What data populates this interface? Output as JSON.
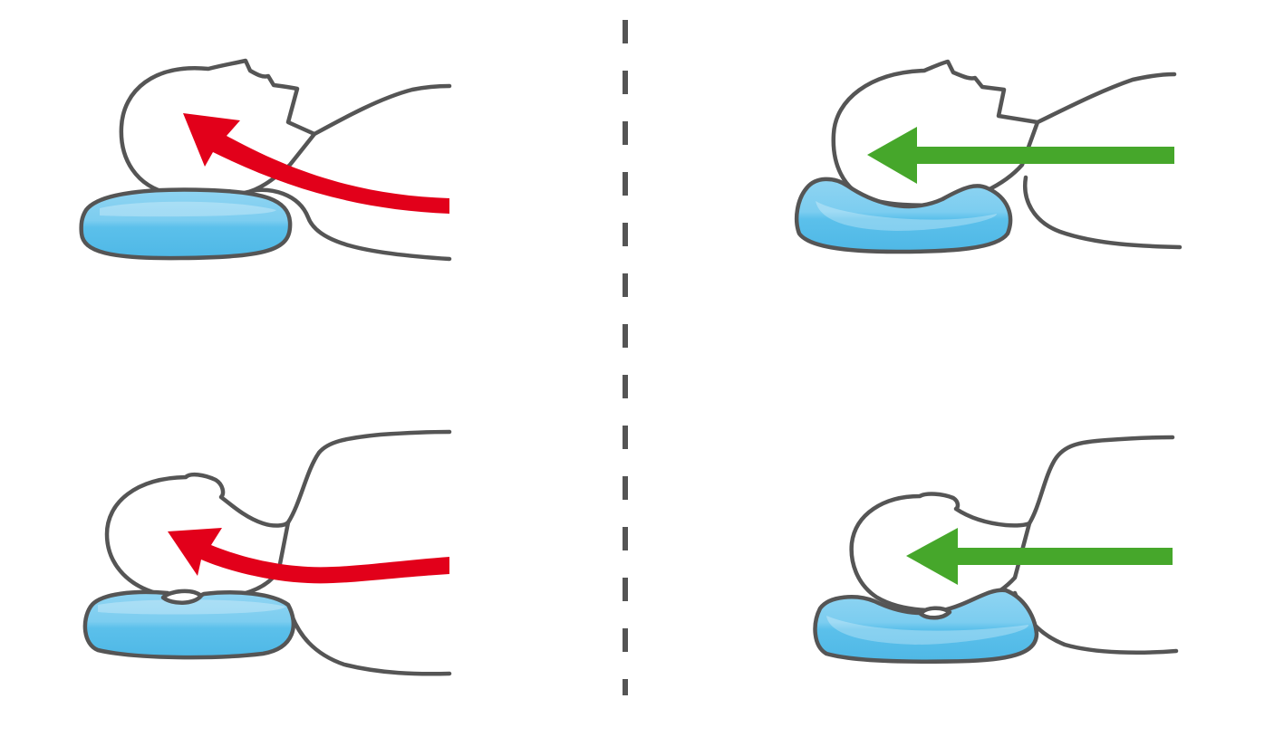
{
  "colors": {
    "outline": "#555555",
    "pillow_fill": "#5bc0eb",
    "pillow_highlight": "#8fd4f2",
    "arrow_bad": "#e2001a",
    "arrow_good": "#46a72b",
    "divider": "#555555",
    "background": "#ffffff"
  },
  "panels": [
    {
      "id": "top-left",
      "posture": "supine",
      "pillow": "flat",
      "arrow": "curved",
      "status": "incorrect"
    },
    {
      "id": "top-right",
      "posture": "supine",
      "pillow": "contoured",
      "arrow": "straight",
      "status": "correct"
    },
    {
      "id": "bottom-left",
      "posture": "side",
      "pillow": "flat",
      "arrow": "curved",
      "status": "incorrect"
    },
    {
      "id": "bottom-right",
      "posture": "side",
      "pillow": "contoured",
      "arrow": "straight",
      "status": "correct"
    }
  ],
  "divider": {
    "style": "dashed"
  }
}
